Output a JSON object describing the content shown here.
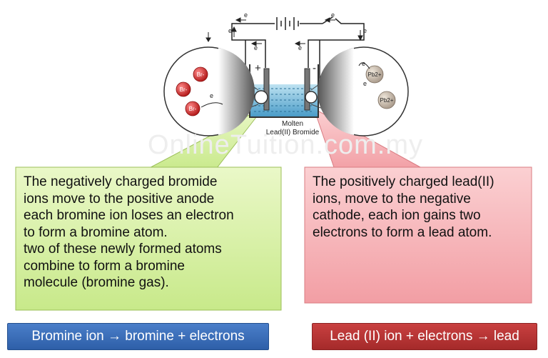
{
  "watermark": "OnlineTuition.com.my",
  "apparatus": {
    "electron_label": "e",
    "anode_sign": "+",
    "cathode_sign": "-",
    "molten_label": "Molten",
    "compound_label": "Lead(II) Bromide",
    "bromide_ion": "Br-",
    "lead_ion": "Pb2+"
  },
  "callouts": {
    "bromide": {
      "lines": [
        "The negatively charged bromide",
        "ions move to the positive anode",
        "each bromine ion loses an electron",
        "to form a bromine atom.",
        "two of these newly formed atoms",
        "combine to form a bromine",
        "molecule (bromine gas)."
      ]
    },
    "lead": {
      "lines": [
        "The positively charged lead(II)",
        "ions, move to the negative",
        "cathode, each ion gains two",
        "electrons to form a lead atom."
      ]
    }
  },
  "equations": {
    "anode": "Bromine ion → bromine  + electrons",
    "cathode": "Lead (II) ion + electrons → lead"
  },
  "colors": {
    "green_fill": "#d8f0a8",
    "red_fill": "#f7b9bd",
    "blue_banner": "#3a6cb8",
    "red_banner": "#b83232",
    "bromide_ion": "#d42a2a",
    "lead_ion": "#c9bcae",
    "electrolyte": "#6fb3d6"
  }
}
